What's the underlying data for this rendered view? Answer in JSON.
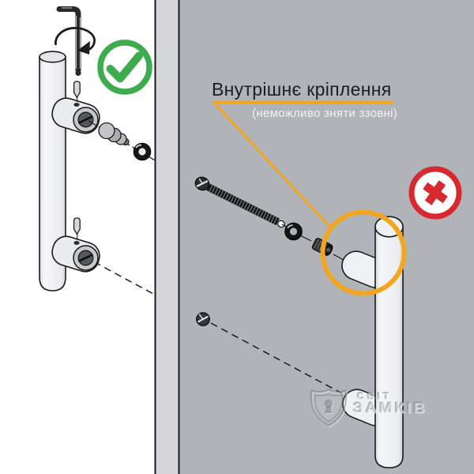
{
  "diagram": {
    "title": "Внутрішнє кріплення",
    "subtitle": "(неможливо зняти ззовні)",
    "watermark": {
      "top": "СВІТ",
      "bottom": "ЗАМКІВ"
    },
    "left_view": {
      "meaning": "correct mounting",
      "icon": "check-circle-icon",
      "tool": "allen-key"
    },
    "right_view": {
      "meaning": "cannot be removed from outside",
      "icon": "cross-circle-icon"
    },
    "icons": {
      "allowed": "check-circle-icon",
      "forbidden": "cross-circle-icon",
      "watermark_logo": "shield-lock-icon",
      "rotation": "rotation-arrow-icon"
    },
    "colors": {
      "accent_orange": "#F2A51E",
      "success_green": "#3CAC4E",
      "error_red": "#D7292F",
      "door_panel": "#B0B4B8",
      "door_edge": "#D4D6D9",
      "line": "#1A1A1C",
      "title_text": "#1D1D1F",
      "subtitle_text": "#F2F2F4",
      "background": "#FFFFFF"
    }
  }
}
